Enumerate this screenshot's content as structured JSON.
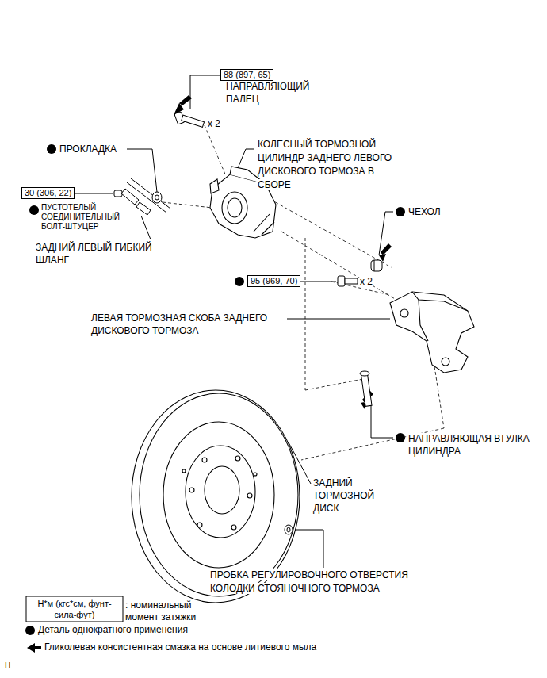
{
  "diagram": {
    "nodes": [
      {
        "text": [
          "88 (897, 65)"
        ]
      },
      {
        "text": [
          "30 (306, 22)"
        ]
      },
      {
        "text": [
          "95 (969, 70)"
        ]
      }
    ],
    "labels": [
      "НАПРАВЛЯЮЩИЙ ПАЛЕЦ",
      "x 2",
      "ПРОКЛАДКА",
      "КОЛЕСНЫЙ ТОРМОЗНОЙ ЦИЛИНДР ЗАДНЕГО ЛЕВОГО ДИСКОВОГО ТОРМОЗА В СБОРЕ",
      "ПУСТОТЕЛЫЙ СОЕДИНИТЕЛЬНЫЙ БОЛТ-ШТУЦЕР",
      "ЗАДНИЙ ЛЕВЫЙ ГИБКИЙ ШЛАНГ",
      "ЧЕХОЛ",
      "x 2",
      "ЛЕВАЯ ТОРМОЗНАЯ СКОБА ЗАДНЕГО ДИСКОВОГО ТОРМОЗА",
      "НАПРАВЛЯЮЩАЯ ВТУЛКА ЦИЛИНДРА",
      "ЗАДНИЙ ТОРМОЗНОЙ ДИСК",
      "ПРОБКА РЕГУЛИРОВОЧНОГО ОТВЕРСТИЯ КОЛОДКИ СТОЯНОЧНОГО ТОРМОЗА",
      "Н*м (кгс*см, фунт-сила-фут)",
      "H"
    ],
    "legend": [
      {
        "text": ": номинальный момент затяжки"
      },
      {
        "text": "Деталь однократного применения",
        "color": "#000000"
      },
      {
        "text": "Гликолевая консистентная смазка на основе литиевого мыла"
      }
    ]
  }
}
